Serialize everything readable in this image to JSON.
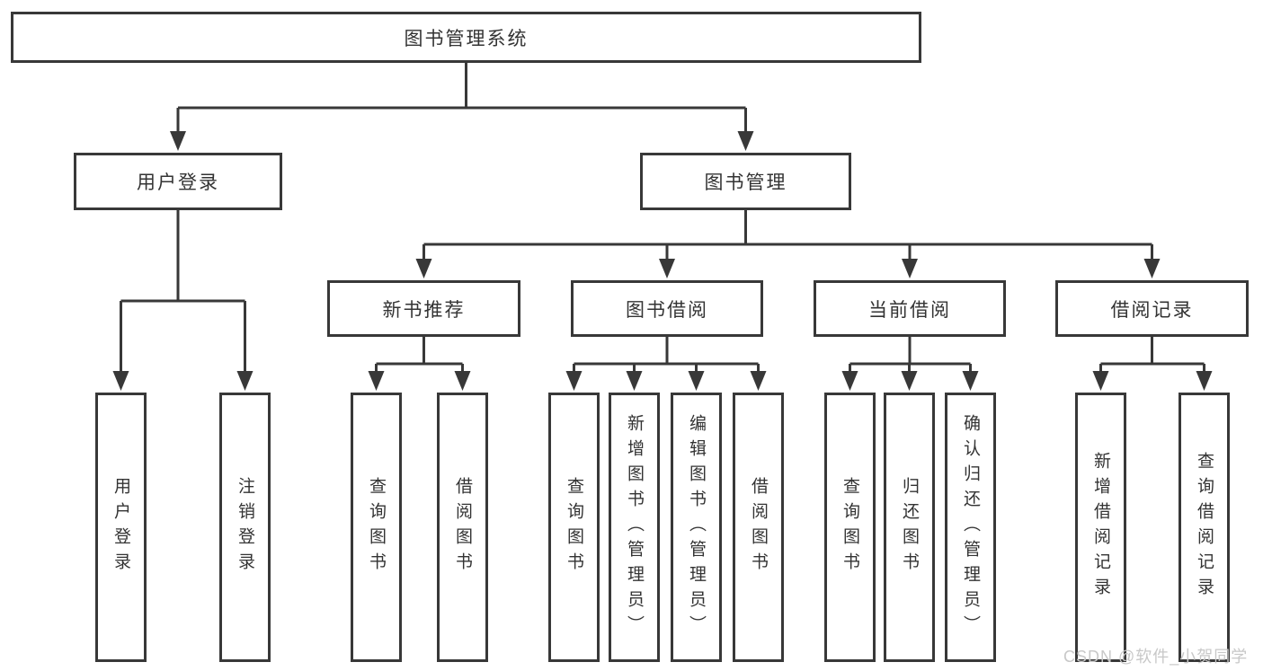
{
  "diagram_title": "图书管理系统",
  "root": {
    "label": "图书管理系统"
  },
  "level2": [
    {
      "label": "用户登录"
    },
    {
      "label": "图书管理"
    }
  ],
  "level3": [
    {
      "label": "新书推荐",
      "parent": "图书管理"
    },
    {
      "label": "图书借阅",
      "parent": "图书管理"
    },
    {
      "label": "当前借阅",
      "parent": "图书管理"
    },
    {
      "label": "借阅记录",
      "parent": "图书管理"
    }
  ],
  "leaves": [
    {
      "label": "用户登录",
      "parent": "用户登录"
    },
    {
      "label": "注销登录",
      "parent": "用户登录"
    },
    {
      "label": "查询图书",
      "parent": "新书推荐"
    },
    {
      "label": "借阅图书",
      "parent": "新书推荐"
    },
    {
      "label": "查询图书",
      "parent": "图书借阅"
    },
    {
      "label": "新增图书（管理员）",
      "parent": "图书借阅"
    },
    {
      "label": "编辑图书（管理员）",
      "parent": "图书借阅"
    },
    {
      "label": "借阅图书",
      "parent": "图书借阅"
    },
    {
      "label": "查询图书",
      "parent": "当前借阅"
    },
    {
      "label": "归还图书",
      "parent": "当前借阅"
    },
    {
      "label": "确认归还（管理员）",
      "parent": "当前借阅"
    },
    {
      "label": "新增借阅记录",
      "parent": "借阅记录"
    },
    {
      "label": "查询借阅记录",
      "parent": "借阅记录"
    }
  ],
  "watermark": "CSDN @软件_小贺同学",
  "colors": {
    "line": "#383838",
    "border": "#383838",
    "text": "#333333",
    "watermark": "#c8c8c8",
    "background": "#ffffff"
  }
}
